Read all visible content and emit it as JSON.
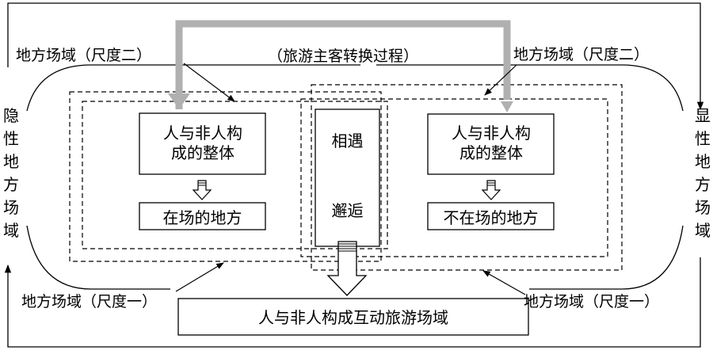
{
  "process_label": "（旅游主客转换过程）",
  "scale_two_left": "地方场域（尺度二）",
  "scale_two_right": "地方场域（尺度二）",
  "scale_one_left": "地方场域（尺度一）",
  "scale_one_right": "地方场域（尺度一）",
  "left_side": "隐性地方场域",
  "right_side": "显性地方场域",
  "left_whole": "人与非人构成的整体",
  "right_whole": "人与非人构成的整体",
  "left_place": "在场的地方",
  "right_place": "不在场的地方",
  "encounter": "相遇",
  "chance_meeting": "邂逅",
  "bottom_box": "人与非人构成互动旅游场域",
  "colors": {
    "stroke": "#000000",
    "process_arrow": "#b0b0b0"
  }
}
